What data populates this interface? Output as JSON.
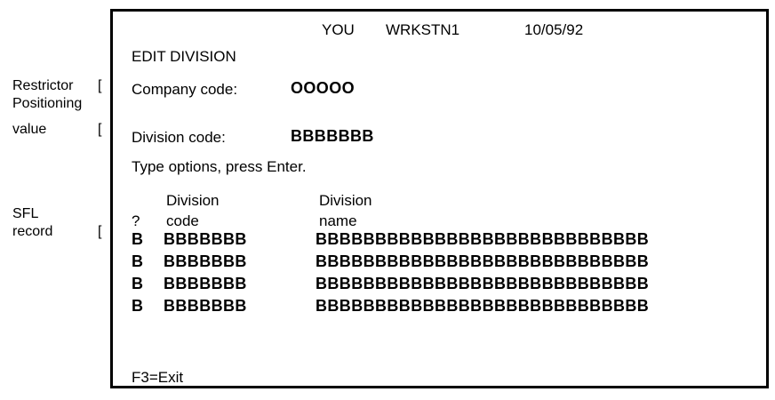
{
  "annotations": {
    "restrictor": {
      "label": "Restrictor",
      "bracket": "["
    },
    "positioning_value": {
      "label_line1": "Positioning",
      "label_line2": "value",
      "bracket": "["
    },
    "sfl_record": {
      "label_line1": "SFL",
      "label_line2": "record",
      "bracket": "["
    }
  },
  "screen": {
    "header": {
      "user": "YOU",
      "workstation": "WRKSTN1",
      "date": "10/05/92"
    },
    "title": "EDIT DIVISION",
    "company": {
      "label": "Company code:",
      "value": "OOOOO"
    },
    "division": {
      "label": "Division code:",
      "value": "BBBBBBB"
    },
    "instruction": "Type options, press Enter.",
    "column_headers": {
      "option_line1": "",
      "option_line2": "?",
      "code_line1": "Division",
      "code_line2": "code",
      "name_line1": "Division",
      "name_line2": "name"
    },
    "rows": [
      {
        "option": "B",
        "code": "BBBBBBB",
        "name": "BBBBBBBBBBBBBBBBBBBBBBBBBBBB"
      },
      {
        "option": "B",
        "code": "BBBBBBB",
        "name": "BBBBBBBBBBBBBBBBBBBBBBBBBBBB"
      },
      {
        "option": "B",
        "code": "BBBBBBB",
        "name": "BBBBBBBBBBBBBBBBBBBBBBBBBBBB"
      },
      {
        "option": "B",
        "code": "BBBBBBB",
        "name": "BBBBBBBBBBBBBBBBBBBBBBBBBBBB"
      }
    ],
    "function_keys": "F3=Exit"
  },
  "colors": {
    "background": "#ffffff",
    "foreground": "#000000",
    "border": "#000000"
  }
}
